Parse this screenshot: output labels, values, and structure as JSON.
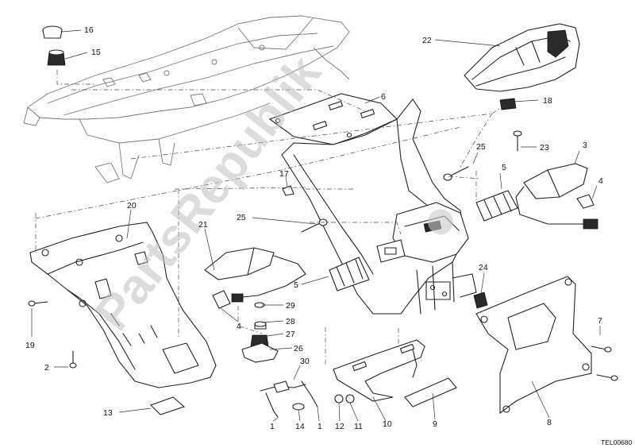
{
  "diagram_code": "TEL00680",
  "watermark": "PartsRepublik",
  "callouts": [
    {
      "id": "c16",
      "label": "16"
    },
    {
      "id": "c15",
      "label": "15"
    },
    {
      "id": "c22",
      "label": "22"
    },
    {
      "id": "c6",
      "label": "6"
    },
    {
      "id": "c18",
      "label": "18"
    },
    {
      "id": "c3",
      "label": "3"
    },
    {
      "id": "c25a",
      "label": "25"
    },
    {
      "id": "c23",
      "label": "23"
    },
    {
      "id": "c5a",
      "label": "5"
    },
    {
      "id": "c4a",
      "label": "4"
    },
    {
      "id": "c17",
      "label": "17"
    },
    {
      "id": "c20",
      "label": "20"
    },
    {
      "id": "c21",
      "label": "21"
    },
    {
      "id": "c25b",
      "label": "25"
    },
    {
      "id": "c5b",
      "label": "5"
    },
    {
      "id": "c24",
      "label": "24"
    },
    {
      "id": "c29",
      "label": "29"
    },
    {
      "id": "c28",
      "label": "28"
    },
    {
      "id": "c27",
      "label": "27"
    },
    {
      "id": "c4b",
      "label": "4"
    },
    {
      "id": "c19",
      "label": "19"
    },
    {
      "id": "c26",
      "label": "26"
    },
    {
      "id": "c30",
      "label": "30"
    },
    {
      "id": "c7",
      "label": "7"
    },
    {
      "id": "c2",
      "label": "2"
    },
    {
      "id": "c13",
      "label": "13"
    },
    {
      "id": "c1a",
      "label": "1"
    },
    {
      "id": "c14",
      "label": "14"
    },
    {
      "id": "c1b",
      "label": "1"
    },
    {
      "id": "c12",
      "label": "12"
    },
    {
      "id": "c11",
      "label": "11"
    },
    {
      "id": "c10",
      "label": "10"
    },
    {
      "id": "c9",
      "label": "9"
    },
    {
      "id": "c8",
      "label": "8"
    }
  ]
}
